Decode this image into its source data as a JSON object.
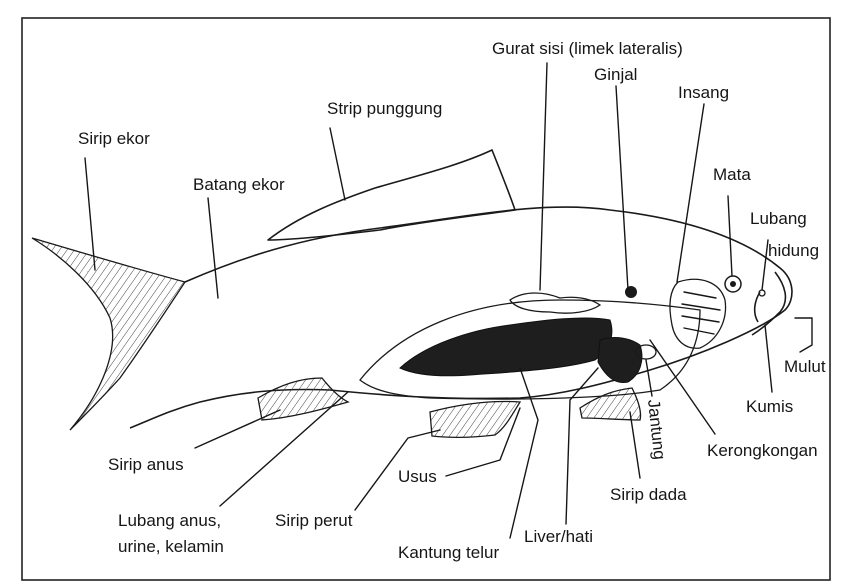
{
  "labels": {
    "sirip_ekor": "Sirip ekor",
    "batang_ekor": "Batang ekor",
    "sirip_punggung": "Strip punggung",
    "gurat_sisi": "Gurat sisi (limek lateralis)",
    "ginjal": "Ginjal",
    "insang": "Insang",
    "mata": "Mata",
    "lubang_hidung_1": "Lubang",
    "lubang_hidung_2": "hidung",
    "mulut": "Mulut",
    "kumis": "Kumis",
    "kerongkongan": "Kerongkongan",
    "jantung": "Jantung",
    "sirip_dada": "Sirip dada",
    "liver": "Liver/hati",
    "kantung_telur": "Kantung telur",
    "usus": "Usus",
    "sirip_perut": "Sirip perut",
    "lubang_anus_1": "Lubang anus,",
    "lubang_anus_2": "urine, kelamin",
    "sirip_anus": "Sirip anus"
  }
}
